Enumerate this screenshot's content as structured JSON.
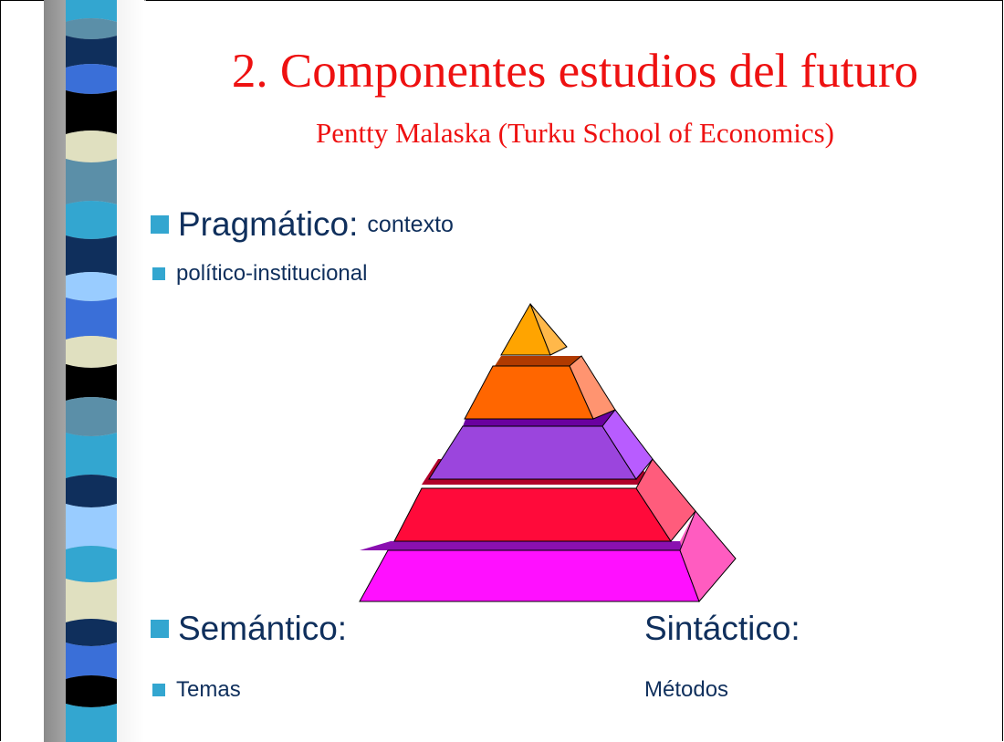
{
  "slide": {
    "title": "2. Componentes estudios del futuro",
    "subtitle": "Pentty Malaska (Turku School of Economics)",
    "bullets": {
      "pragmatico_label": "Pragmático:",
      "pragmatico_detail": "contexto",
      "politico": "político-institucional",
      "semantico": "Semántico:",
      "temas": "Temas",
      "sintactico": "Sintáctico:",
      "metodos": "Métodos"
    },
    "colors": {
      "title": "#ee1111",
      "text": "#0f2f5c",
      "bullet": "#33a6d0"
    },
    "pyramid_levels": [
      {
        "level": "top",
        "color": "#ffa400"
      },
      {
        "level": "2",
        "color": "#ff6600"
      },
      {
        "level": "3",
        "color": "#9b45dd"
      },
      {
        "level": "4",
        "color": "#ff0a3a"
      },
      {
        "level": "base",
        "color": "#ff10ff"
      }
    ]
  }
}
